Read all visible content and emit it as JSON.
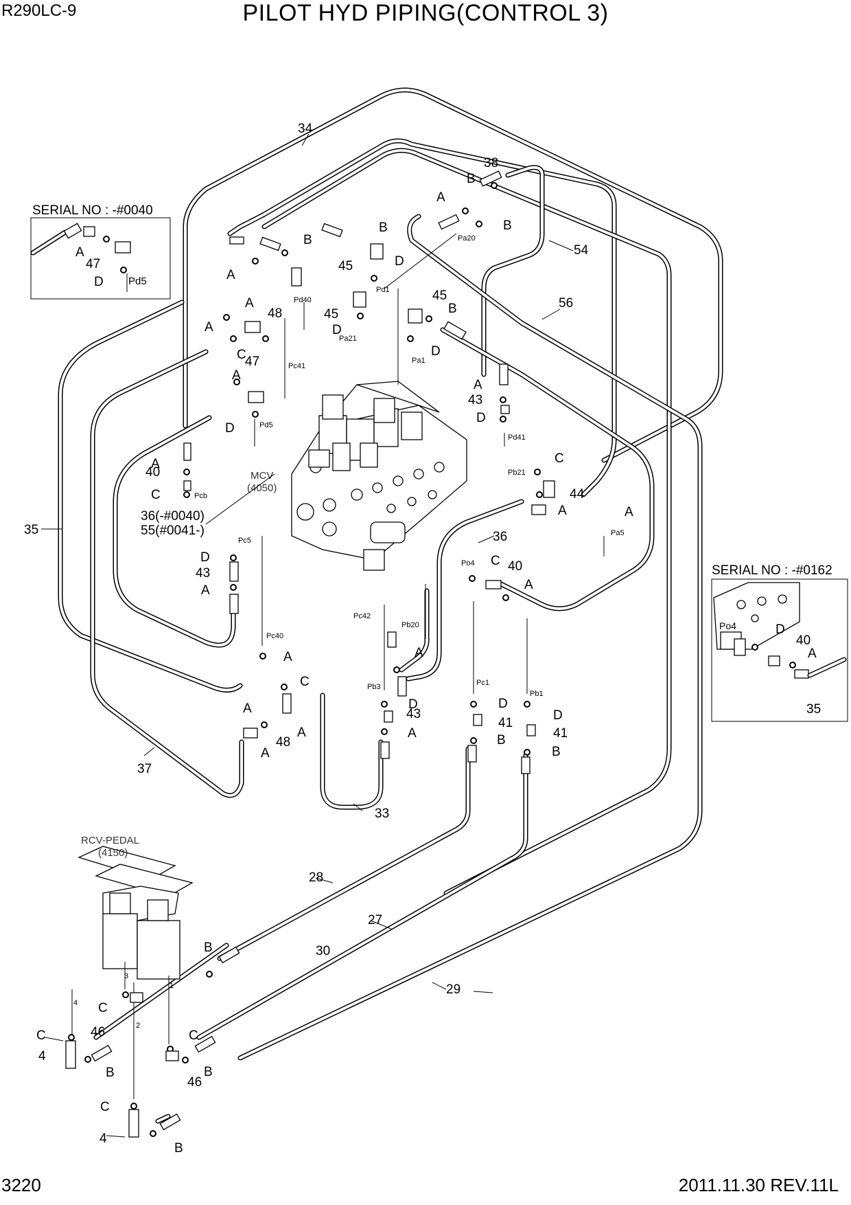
{
  "header": {
    "model": "R290LC-9",
    "title": "PILOT HYD PIPING(CONTROL 3)"
  },
  "footer": {
    "page": "3220",
    "revision": "2011.11.30  REV.11L"
  },
  "insets": {
    "top_left": {
      "serial": "SERIAL NO : -#0040",
      "items": [
        "A",
        "47",
        "D",
        "Pd5"
      ]
    },
    "right": {
      "serial": "SERIAL NO : -#0162",
      "items": [
        "D",
        "40",
        "A",
        "35",
        "Po4"
      ]
    }
  },
  "components": {
    "mcv": {
      "name": "MCV",
      "code": "(4050)"
    },
    "rcv_pedal": {
      "name": "RCV-PEDAL",
      "code": "(4150)"
    }
  },
  "part_labels": {
    "p34": "34",
    "p38": "38",
    "p54": "54",
    "p56": "56",
    "p45a": "45",
    "p45b": "45",
    "p45c": "45",
    "p48a": "48",
    "p47": "47",
    "p43a": "43",
    "p43b": "43",
    "p43c": "43",
    "p40a": "40",
    "p40b": "40",
    "p44": "44",
    "p36": "36",
    "p36_55a": "36(-#0040)",
    "p36_55b": "55(#0041-)",
    "p35": "35",
    "p37": "37",
    "p48b": "48",
    "p33": "33",
    "p41a": "41",
    "p41b": "41",
    "p28": "28",
    "p27": "27",
    "p30": "30",
    "p29": "29",
    "p46a": "46",
    "p46b": "46",
    "p4a": "4",
    "p4b": "4"
  },
  "port_labels": {
    "pa20": "Pa20",
    "pd40": "Pd40",
    "pd1": "Pd1",
    "pa21": "Pa21",
    "pc41": "Pc41",
    "pa1": "Pa1",
    "pd5": "Pd5",
    "pcb": "Pcb",
    "pd41": "Pd41",
    "pb21": "Pb21",
    "pa5": "Pa5",
    "pc5": "Pc5",
    "po4": "Po4",
    "pc42": "Pc42",
    "pc40": "Pc40",
    "pb20": "Pb20",
    "pb3": "Pb3",
    "pc1": "Pc1",
    "pb1": "Pb1",
    "n1": "1",
    "n2": "2",
    "n3": "3",
    "n4": "4"
  },
  "letters": {
    "A": "A",
    "B": "B",
    "C": "C",
    "D": "D"
  }
}
